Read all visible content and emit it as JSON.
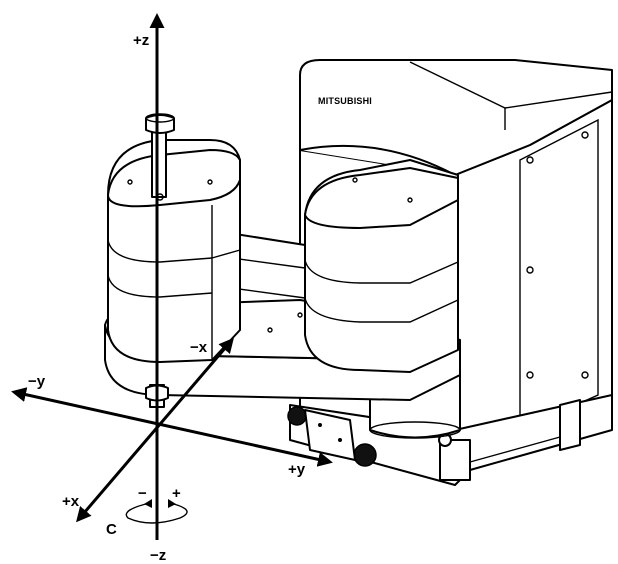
{
  "brand": {
    "text": "MITSUBISHI"
  },
  "axes": {
    "plus_z": "+z",
    "minus_z": "−z",
    "plus_y": "+y",
    "minus_y": "−y",
    "plus_x": "+x",
    "minus_x": "−x",
    "rotation": {
      "name": "C",
      "minus": "−",
      "plus": "+"
    }
  }
}
